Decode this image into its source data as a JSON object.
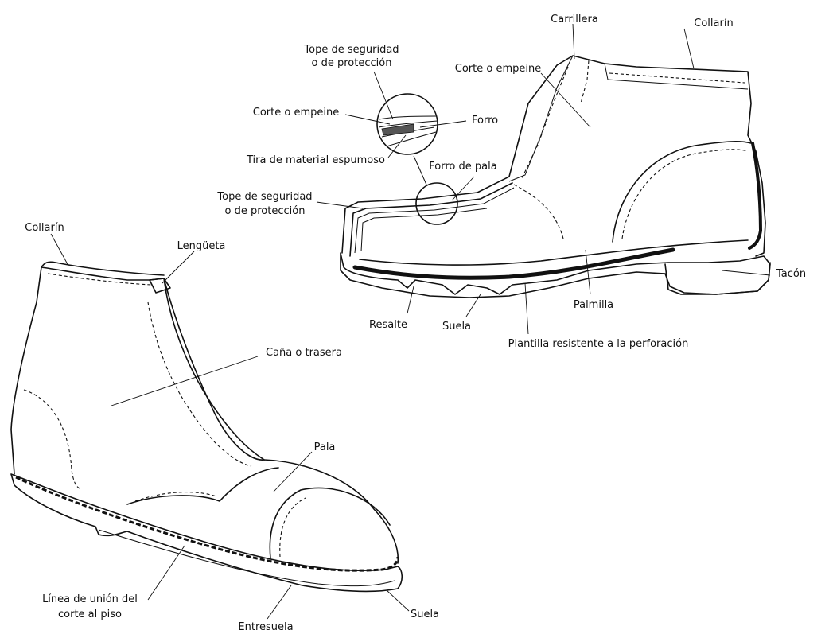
{
  "labels": {
    "carrillera": "Carrillera",
    "collarin_top": "Collarín",
    "tope_top_1": "Tope de seguridad",
    "tope_top_2": "o de protección",
    "corte_empeine_right": "Corte o empeine",
    "corte_empeine_left": "Corte o empeine",
    "forro": "Forro",
    "tira": "Tira de material espumoso",
    "forro_pala": "Forro de pala",
    "tope_mid_1": "Tope de seguridad",
    "tope_mid_2": "o de protección",
    "tacon": "Tacón",
    "palmilla": "Palmilla",
    "resalte": "Resalte",
    "suela_top": "Suela",
    "plantilla": "Plantilla resistente a la perforación",
    "collarin_left": "Collarín",
    "lengueta": "Lengüeta",
    "cana": "Caña o trasera",
    "pala": "Pala",
    "linea_1": "Línea de unión del",
    "linea_2": "corte al piso",
    "entresuela": "Entresuela",
    "suela_bottom": "Suela"
  }
}
